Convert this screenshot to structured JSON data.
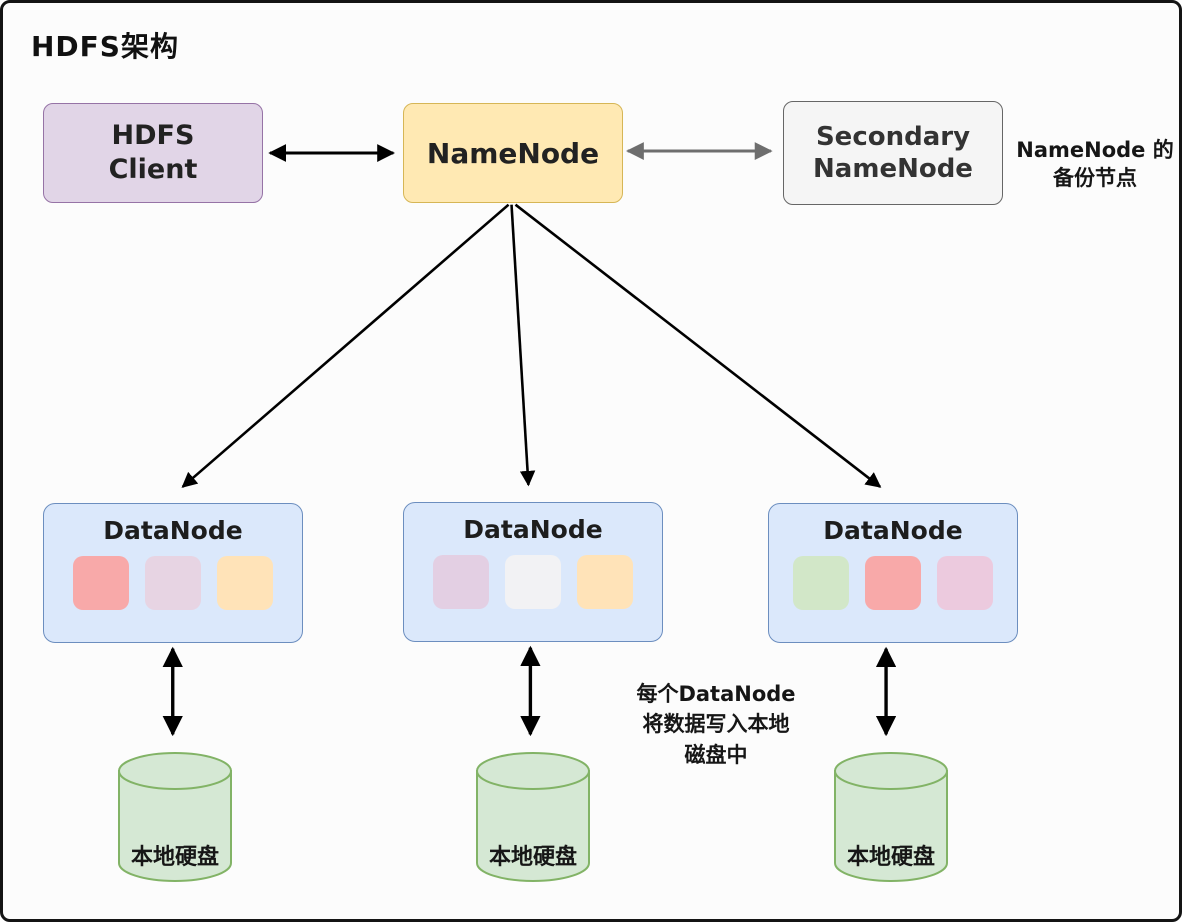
{
  "diagram": {
    "title": "HDFS架构",
    "nodes": {
      "hdfs_client": {
        "label": "HDFS\nClient",
        "fill": "#e1d5e7",
        "border": "#9673a6"
      },
      "namenode": {
        "label": "NameNode",
        "fill": "#ffe9b3",
        "border": "#d6b656"
      },
      "secondary_namenode": {
        "label": "Secondary\nNameNode",
        "fill": "#f5f5f5",
        "border": "#666666"
      }
    },
    "annotations": {
      "secondary_namenode_note": "NameNode 的\n备份节点",
      "datanode_note": "每个DataNode\n将数据写入本地\n磁盘中"
    },
    "datanode_style": {
      "fill": "#dbe8fb",
      "border": "#6c8ebf"
    },
    "datanodes": [
      {
        "label": "DataNode",
        "blocks": [
          "#f8a9a9",
          "#e7d4e3",
          "#ffe3b8"
        ]
      },
      {
        "label": "DataNode",
        "blocks": [
          "#e3cfe3",
          "#f2f2f4",
          "#ffe3b8"
        ]
      },
      {
        "label": "DataNode",
        "blocks": [
          "#d2e7c8",
          "#f8a9a9",
          "#eccade"
        ]
      }
    ],
    "disk_style": {
      "fill": "#d5e8d4",
      "border": "#82b366"
    },
    "disks": [
      {
        "label": "本地硬盘"
      },
      {
        "label": "本地硬盘"
      },
      {
        "label": "本地硬盘"
      }
    ],
    "arrow_colors": {
      "primary": "#000000",
      "secondary": "#6e6e6e"
    }
  }
}
